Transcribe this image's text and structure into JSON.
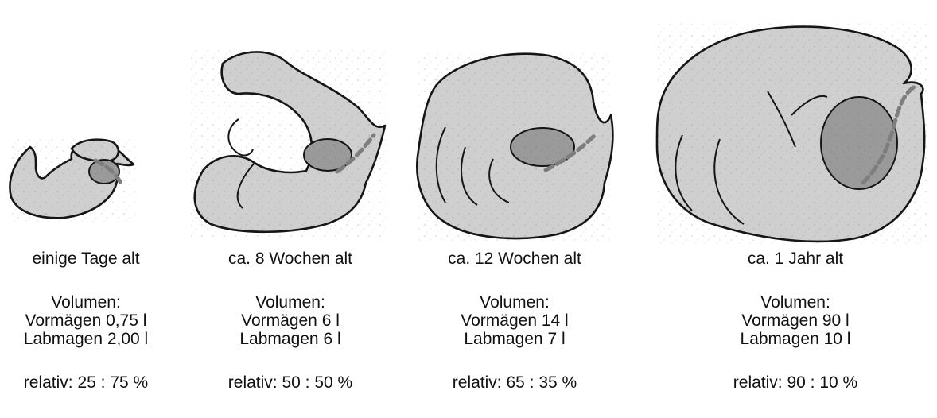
{
  "stages": [
    {
      "age": "einige Tage alt",
      "volume_heading": "Volumen:",
      "forestomach": "Vormägen 0,75 l",
      "abomasum": "Labmagen 2,00 l",
      "ratio": "relativ: 25 : 75 %"
    },
    {
      "age": "ca. 8 Wochen alt",
      "volume_heading": "Volumen:",
      "forestomach": "Vormägen 6 l",
      "abomasum": "Labmagen 6 l",
      "ratio": "relativ: 50 : 50 %"
    },
    {
      "age": "ca. 12 Wochen alt",
      "volume_heading": "Volumen:",
      "forestomach": "Vormägen 14 l",
      "abomasum": "Labmagen 7 l",
      "ratio": "relativ: 65 : 35 %"
    },
    {
      "age": "ca. 1 Jahr alt",
      "volume_heading": "Volumen:",
      "forestomach": "Vormägen 90 l",
      "abomasum": "Labmagen 10 l",
      "ratio": "relativ: 90 : 10 %"
    }
  ],
  "colors": {
    "stomach_fill": "#cfcfcf",
    "abomasum_fill": "#9a9a9a",
    "outline": "#151515",
    "dashed_line": "#7e7e7e"
  }
}
